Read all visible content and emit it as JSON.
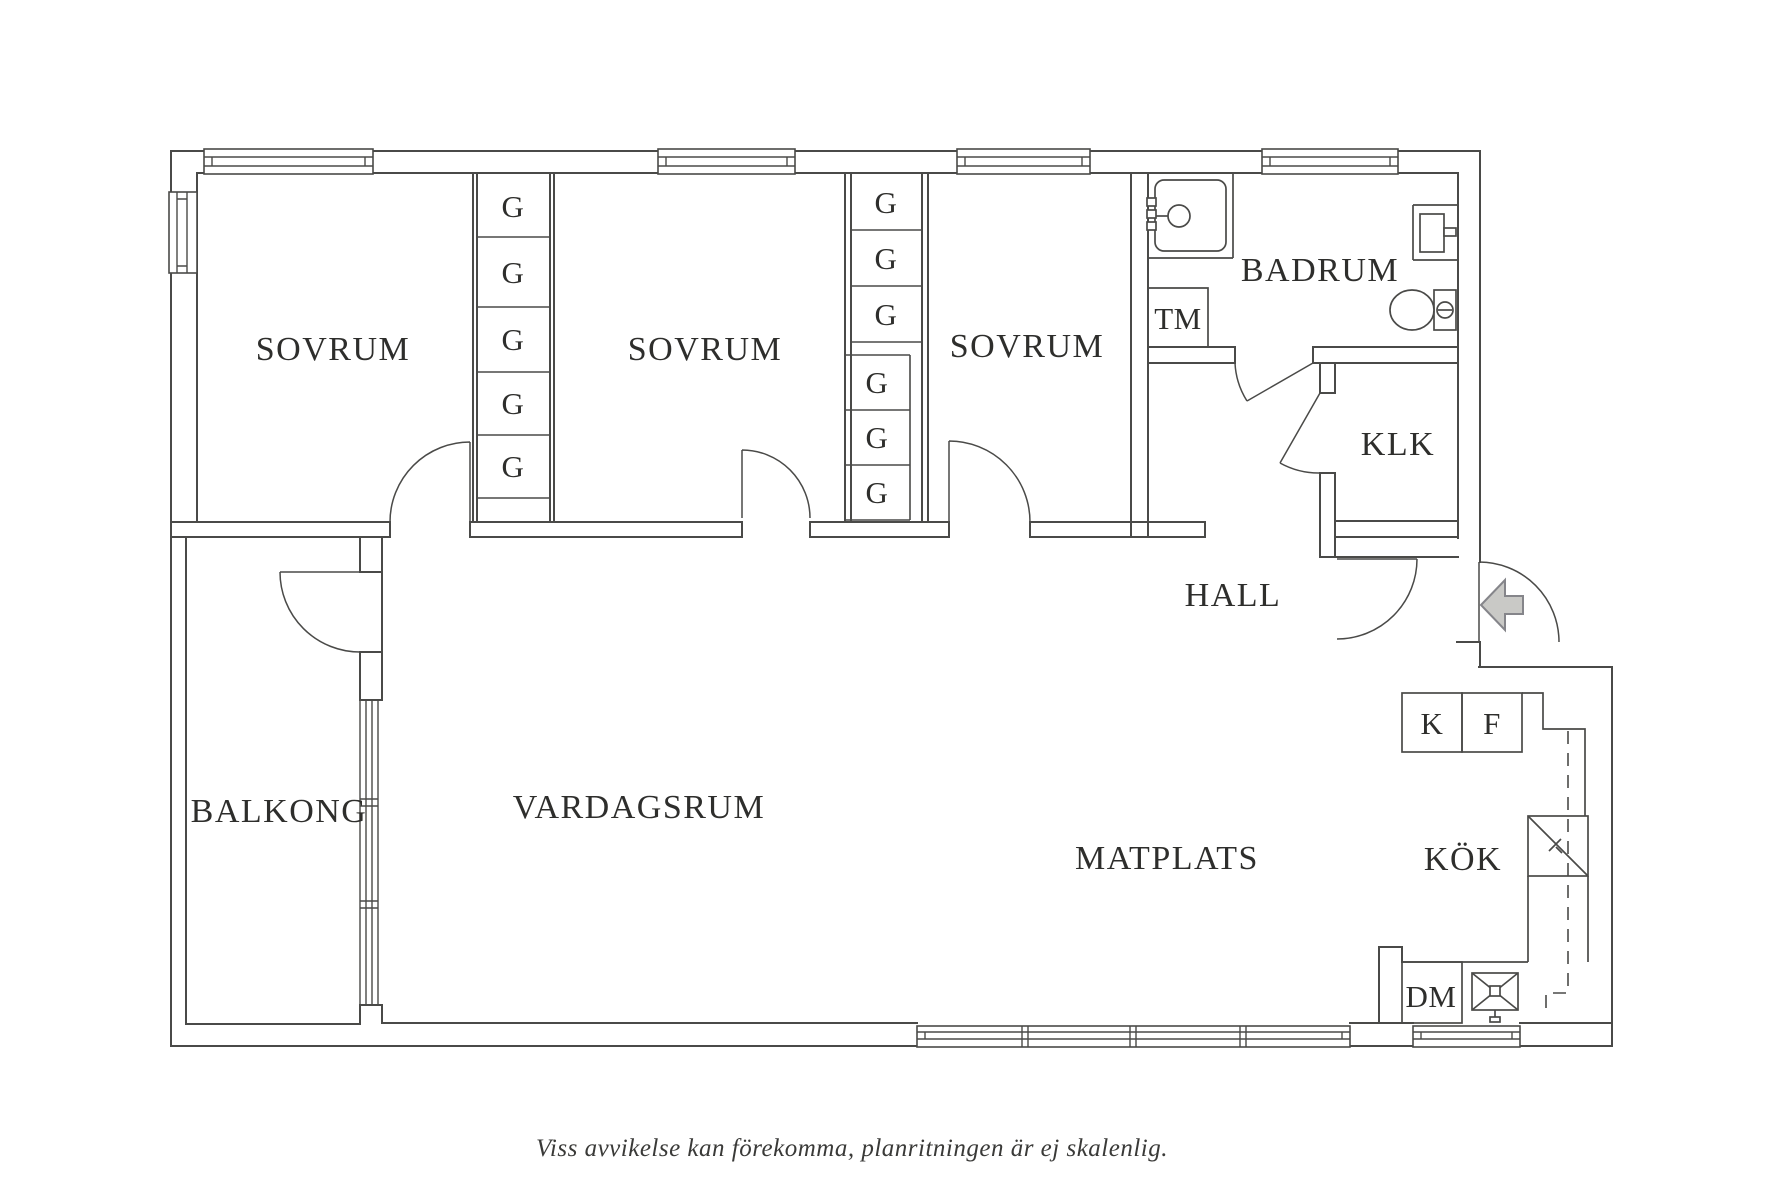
{
  "floorplan": {
    "rooms": {
      "sovrum": "SOVRUM",
      "badrum": "BADRUM",
      "klk": "KLK",
      "hall": "HALL",
      "balkong": "BALKONG",
      "vardagsrum": "VARDAGSRUM",
      "matplats": "MATPLATS",
      "kok": "KÖK"
    },
    "fixtures": {
      "tm": "TM",
      "dm": "DM",
      "k": "K",
      "f": "F",
      "wardrobe": "G"
    },
    "wardrobes": {
      "label": "G",
      "count": 11
    },
    "footer": "Viss avvikelse kan förekomma, planritningen är ej skalenlig.",
    "colors": {
      "line": "#4a4a48",
      "text": "#2e2e2c",
      "arrow_fill": "#c9c9c6",
      "arrow_stroke": "#85858a"
    }
  }
}
